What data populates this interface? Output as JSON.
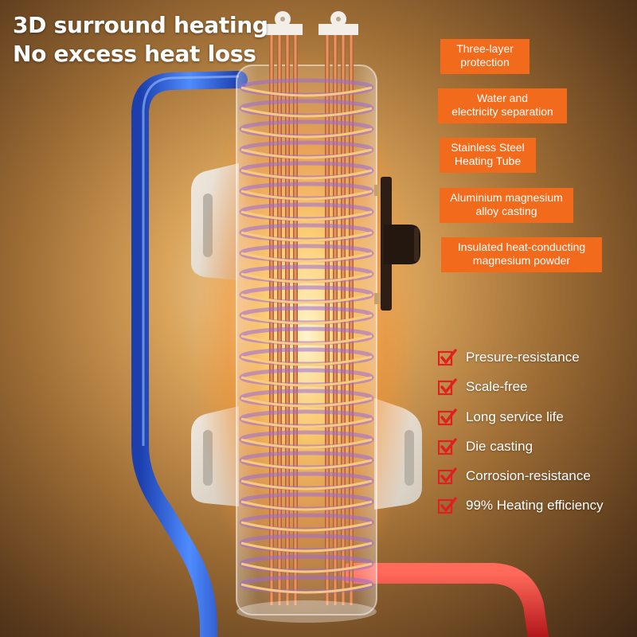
{
  "headline": {
    "line1": "3D surround heating",
    "line2": "No excess heat loss"
  },
  "component_tags": [
    {
      "line1": "Three-layer",
      "line2": "protection"
    },
    {
      "line1": "Water and",
      "line2": "electricity separation"
    },
    {
      "line1": "Stainless Steel",
      "line2": "Heating Tube"
    },
    {
      "line1": "Aluminium magnesium",
      "line2": "alloy casting"
    },
    {
      "line1": "Insulated heat-conducting",
      "line2": "magnesium powder"
    }
  ],
  "features": [
    "Presure-resistance",
    "Scale-free",
    "Long service life",
    "Die casting",
    "Corrosion-resistance",
    "99% Heating efficiency"
  ],
  "colors": {
    "tag_background": "#f26a1b",
    "check_red": "#e01f1f",
    "cold_pipe": "#2f6de0",
    "hot_pipe": "#e0342a",
    "glow": "#ffb347",
    "copper": "#d8894a"
  }
}
